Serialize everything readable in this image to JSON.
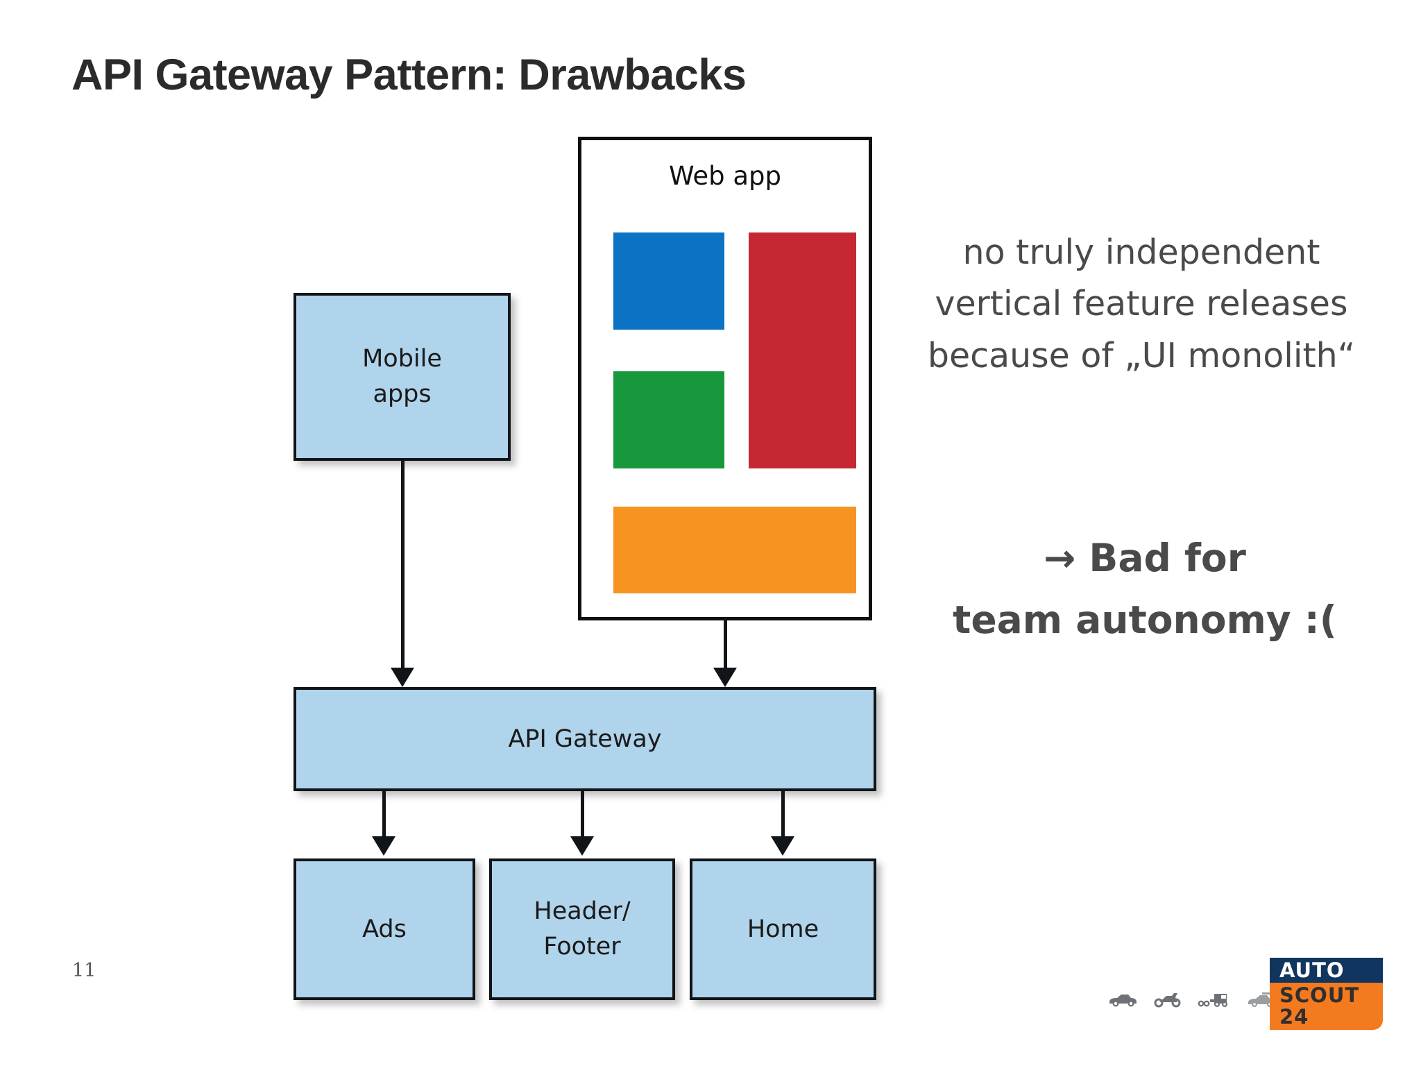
{
  "slide": {
    "title": "API Gateway Pattern: Drawbacks",
    "page_number": "11"
  },
  "diagram": {
    "mobile_apps": {
      "line1": "Mobile",
      "line2": "apps"
    },
    "web_app": {
      "label": "Web app",
      "tiles": [
        {
          "name": "blue-tile",
          "color": "#0b72c4"
        },
        {
          "name": "green-tile",
          "color": "#17983c"
        },
        {
          "name": "red-tile",
          "color": "#c62833"
        },
        {
          "name": "orange-tile",
          "color": "#f79421"
        }
      ]
    },
    "api_gateway": {
      "label": "API Gateway"
    },
    "services": [
      {
        "label": "Ads"
      },
      {
        "line1": "Header/",
        "line2": "Footer"
      },
      {
        "label": "Home"
      }
    ],
    "box_fill": "#b0d4eb",
    "box_border": "#111418"
  },
  "notes": {
    "line1": "no truly independent",
    "line2": "vertical feature releases",
    "line3": "because of „UI monolith“"
  },
  "conclusion": {
    "arrow": "→",
    "line1": "Bad for",
    "line2": "team autonomy :("
  },
  "footer": {
    "logo_top": "AUTO",
    "logo_bottom": "SCOUT 24",
    "logo_top_color": "#10355f",
    "logo_bottom_color": "#f47a1f",
    "icons": [
      "car-icon",
      "motorcycle-icon",
      "truck-icon",
      "caravan-icon"
    ]
  }
}
